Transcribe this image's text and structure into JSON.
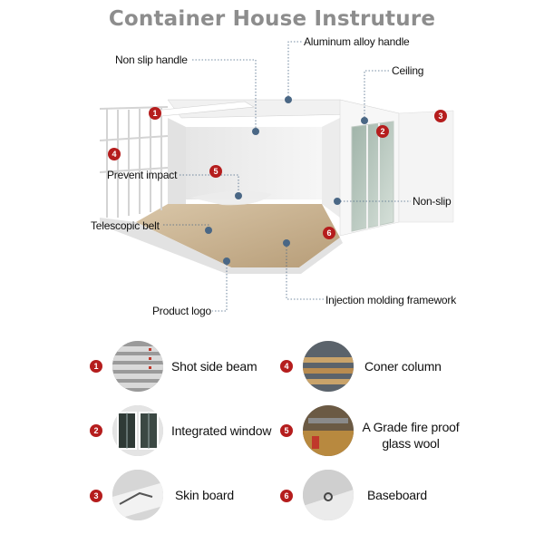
{
  "title": "Container House Instruture",
  "callouts": {
    "aluminum_handle": "Aluminum alloy handle",
    "non_slip_handle": "Non slip handle",
    "ceiling": "Ceiling",
    "prevent_impact": "Prevent impact",
    "non_slip": "Non-slip",
    "telescopic_belt": "Telescopic belt",
    "injection_molding": "Injection molding framework",
    "product_logo": "Product logo"
  },
  "markers": [
    "1",
    "2",
    "3",
    "4",
    "5",
    "6"
  ],
  "features": [
    {
      "num": "1",
      "label": "Shot side beam",
      "icon": "steel-beams-photo"
    },
    {
      "num": "2",
      "label": "Integrated window",
      "icon": "window-photo"
    },
    {
      "num": "3",
      "label": "Skin board",
      "icon": "skin-board-photo"
    },
    {
      "num": "4",
      "label": "Coner column",
      "icon": "column-photo"
    },
    {
      "num": "5",
      "label": "A Grade fire proof glass wool",
      "icon": "glass-wool-photo"
    },
    {
      "num": "6",
      "label": "Baseboard",
      "icon": "baseboard-photo"
    }
  ],
  "colors": {
    "accent": "#b51d1d",
    "title": "#8d8d8d",
    "dot": "#4a6785"
  }
}
